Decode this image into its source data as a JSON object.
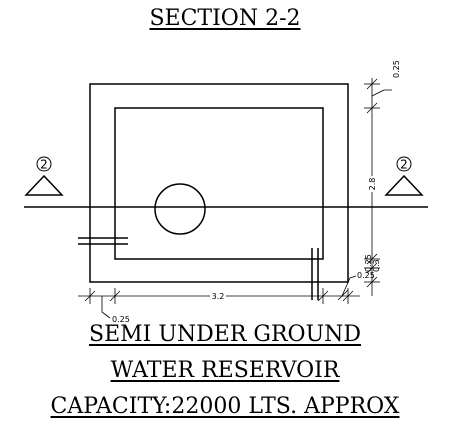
{
  "section_title": "SECTION 2-2",
  "section_mark": "2",
  "dimensions": {
    "top_wall": "0.25",
    "height": "2.8",
    "bottom_wall_a": "0.25",
    "bottom_wall_b": "0.3",
    "width": "3.2",
    "left_wall": "0.25"
  },
  "caption": {
    "line1": "SEMI UNDER GROUND",
    "line2": "WATER RESERVOIR",
    "line3": "CAPACITY:22000 LTS. APPROX"
  }
}
